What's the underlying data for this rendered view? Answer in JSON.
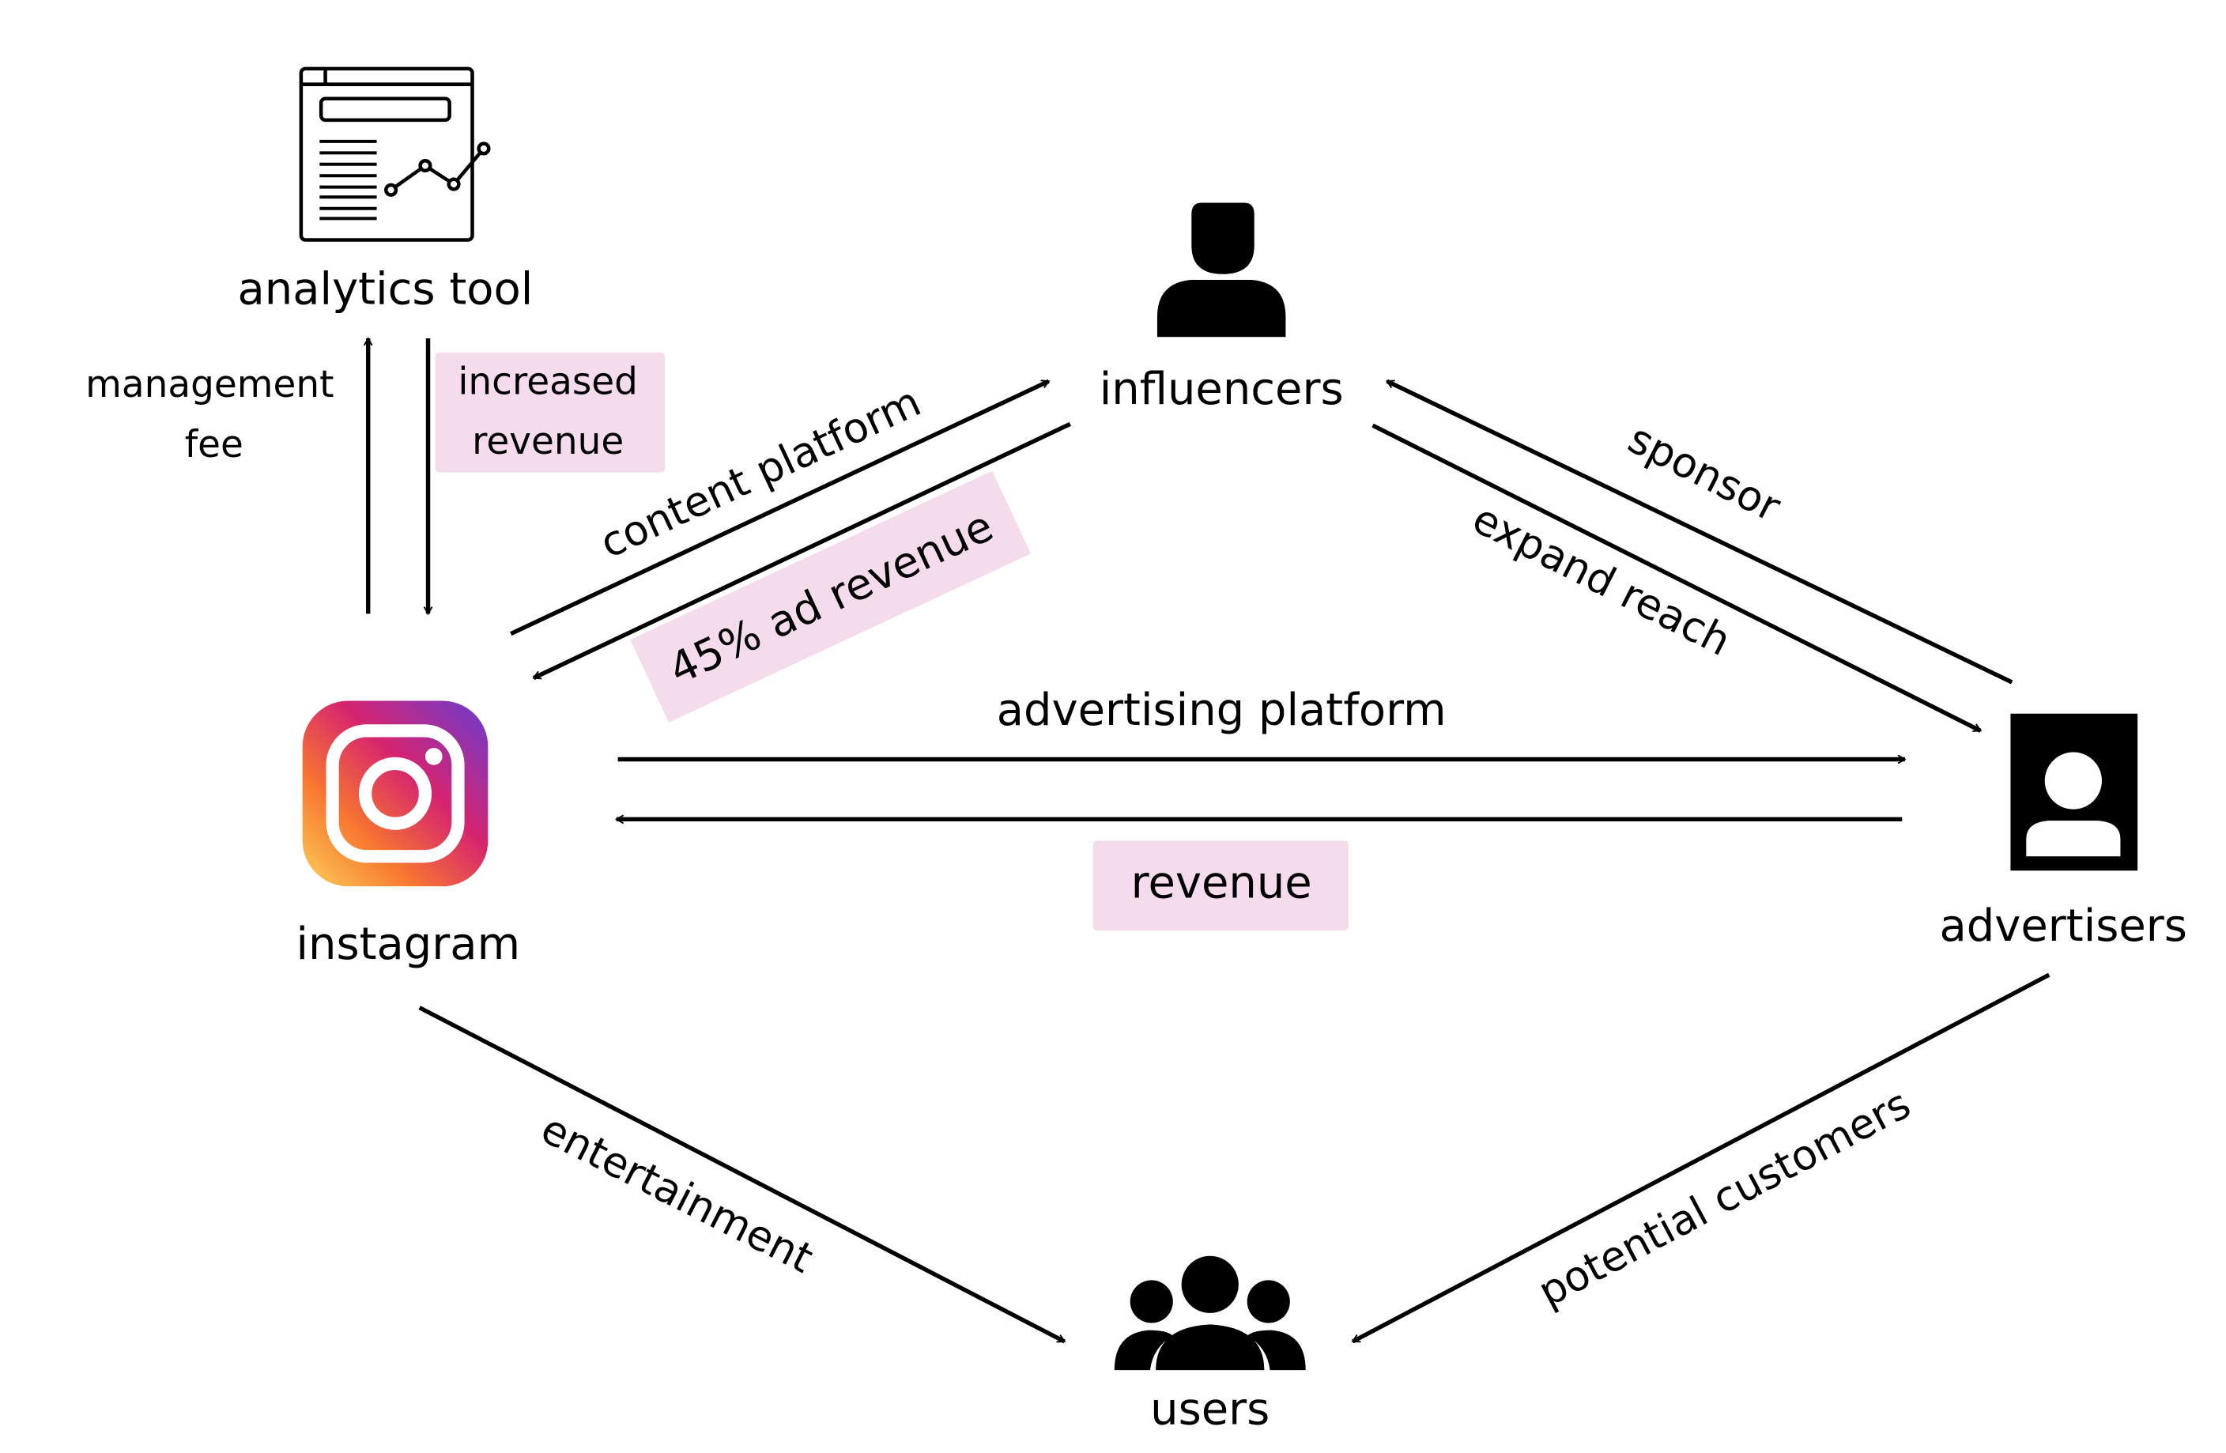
{
  "colors": {
    "highlight": "#f5dcec",
    "ink": "#000000"
  },
  "nodes": {
    "analytics_tool": {
      "label": "analytics tool",
      "icon": "analytics-dashboard-icon"
    },
    "influencers": {
      "label": "influencers",
      "icon": "person-icon"
    },
    "instagram": {
      "label": "instagram",
      "icon": "instagram-logo"
    },
    "advertisers": {
      "label": "advertisers",
      "icon": "user-badge-icon"
    },
    "users": {
      "label": "users",
      "icon": "group-icon"
    }
  },
  "edges": {
    "management_fee": {
      "line1": "management",
      "line2": "fee"
    },
    "increased_revenue": {
      "line1": "increased",
      "line2": "revenue",
      "highlighted": true
    },
    "content_platform": {
      "label": "content platform"
    },
    "ad_revenue": {
      "label": "45% ad revenue",
      "highlighted": true
    },
    "sponsor": {
      "label": "sponsor"
    },
    "expand_reach": {
      "label": "expand reach"
    },
    "advertising_platform": {
      "label": "advertising platform"
    },
    "revenue": {
      "label": "revenue",
      "highlighted": true
    },
    "entertainment": {
      "label": "entertainment"
    },
    "potential_customers": {
      "label": "potential customers"
    }
  }
}
